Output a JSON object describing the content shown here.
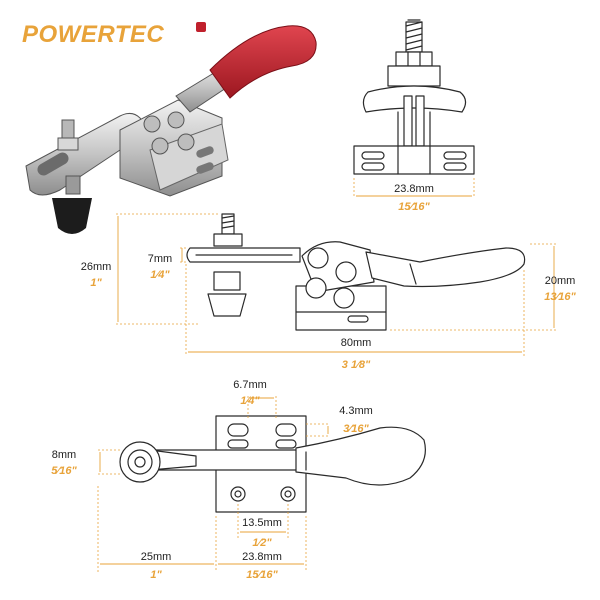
{
  "brand": {
    "name": "POWERTEC",
    "text_color": "#e8a33a",
    "accent_color": "#c0202c"
  },
  "colors": {
    "dimension": "#e8a33a",
    "outline": "#2a2a2a",
    "handle_grip": "#c0202c",
    "metal": "#c8c8c8",
    "rubber_tip": "#1c1c1c"
  },
  "views": {
    "end_view": {
      "width_mm": "23.8mm",
      "width_in": "15⁄16\""
    },
    "side_view": {
      "height_mm": "26mm",
      "height_in": "1\"",
      "bar_mm": "7mm",
      "bar_in": "1⁄4\"",
      "base_height_mm": "20mm",
      "base_height_in": "13⁄16\"",
      "length_mm": "80mm",
      "length_in": "3 1⁄8\""
    },
    "top_view": {
      "slot_width_mm": "6.7mm",
      "slot_width_in": "1⁄4\"",
      "hole_mm": "4.3mm",
      "hole_in": "3⁄16\"",
      "arm_mm": "8mm",
      "arm_in": "5⁄16\"",
      "hole_spacing_mm": "13.5mm",
      "hole_spacing_in": "1⁄2\"",
      "reach_mm": "25mm",
      "reach_in": "1\"",
      "base_width_mm": "23.8mm",
      "base_width_in": "15⁄16\""
    }
  }
}
